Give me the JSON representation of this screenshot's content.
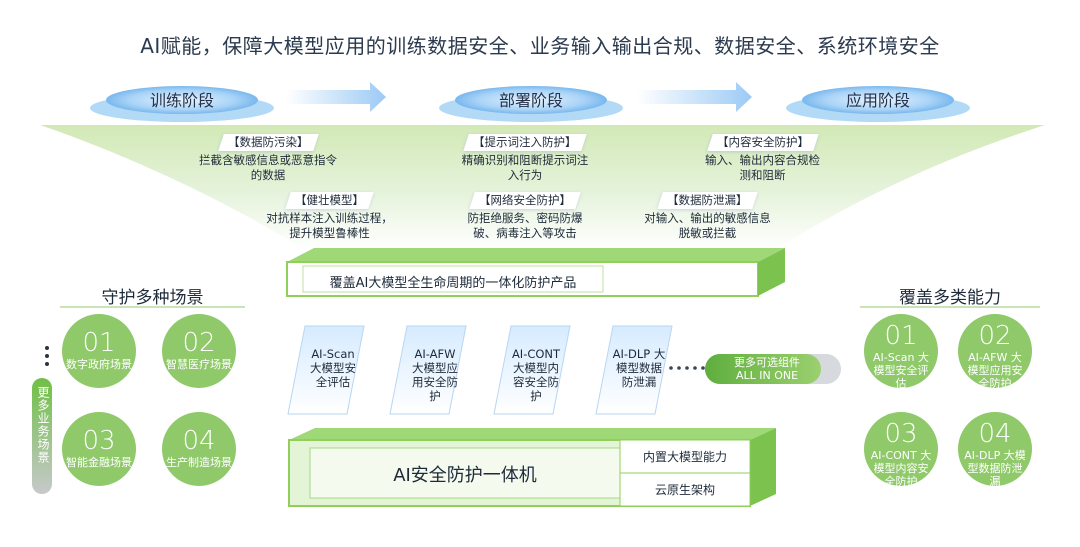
{
  "title": "AI赋能，保障大模型应用的训练数据安全、业务输入输出合规、数据安全、系统环境安全",
  "stages": [
    "训练阶段",
    "部署阶段",
    "应用阶段"
  ],
  "cards": [
    {
      "header": "【数据防污染】",
      "body": "拦截含敏感信息或恶意指令的数据"
    },
    {
      "header": "【健壮模型】",
      "body": "对抗样本注入训练过程，提升模型鲁棒性"
    },
    {
      "header": "【提示词注入防护】",
      "body": "精确识别和阻断提示词注入行为"
    },
    {
      "header": "【网络安全防护】",
      "body": "防拒绝服务、密码防爆破、病毒注入等攻击"
    },
    {
      "header": "【内容安全防护】",
      "body": "输入、输出内容合规检测和阻断"
    },
    {
      "header": "【数据防泄漏】",
      "body": "对输入、输出的敏感信息脱敏或拦截"
    }
  ],
  "platform_label": "覆盖AI大模型全生命周期的一体化防护产品",
  "left": {
    "title": "守护多种场景",
    "more_label": "更多业务场景",
    "items": [
      {
        "num": "01",
        "label": "数字政府场景"
      },
      {
        "num": "02",
        "label": "智慧医疗场景"
      },
      {
        "num": "03",
        "label": "智能金融场景"
      },
      {
        "num": "04",
        "label": "生产制造场景"
      }
    ]
  },
  "right": {
    "title": "覆盖多类能力",
    "items": [
      {
        "num": "01",
        "label": "AI-Scan 大模型安全评估"
      },
      {
        "num": "02",
        "label": "AI-AFW 大模型应用安全防护"
      },
      {
        "num": "03",
        "label": "AI-CONT 大模型内容安全防护"
      },
      {
        "num": "04",
        "label": "AI-DLP 大模型数据防泄漏"
      }
    ]
  },
  "components": [
    "AI-Scan 大模型安全评估",
    "AI-AFW 大模型应用安全防护",
    "AI-CONT 大模型内容安全防护",
    "AI-DLP 大模型数据防泄漏"
  ],
  "more_components": {
    "line1": "更多可选组件",
    "line2": "ALL IN ONE"
  },
  "appliance": {
    "label": "AI安全防护一体机",
    "side_top": "内置大模型能力",
    "side_bottom": "云原生架构"
  },
  "colors": {
    "green": "#8fc96a",
    "dark_green": "#5fae3e",
    "blue_glow": "#cfe6fb"
  }
}
